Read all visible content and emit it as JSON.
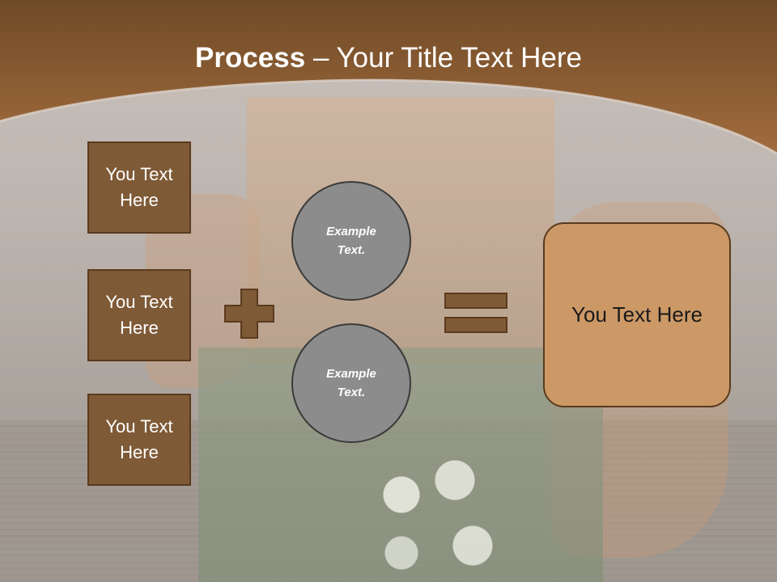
{
  "header": {
    "title_bold": "Process",
    "title_rest": " – Your Title Text Here"
  },
  "left_boxes": [
    {
      "label": "You Text\nHere"
    },
    {
      "label": "You Text\nHere"
    },
    {
      "label": "You Text\nHere"
    }
  ],
  "circles": [
    {
      "label": "Example\nText."
    },
    {
      "label": "Example\nText."
    }
  ],
  "result": {
    "label": "You Text Here"
  },
  "colors": {
    "header_brown": "#8b5a2f",
    "box_brown": "#7f5a37",
    "result_tan": "#cc9966",
    "circle_gray": "#8c8c8c"
  },
  "icons": [
    "plus-icon",
    "equals-icon"
  ]
}
